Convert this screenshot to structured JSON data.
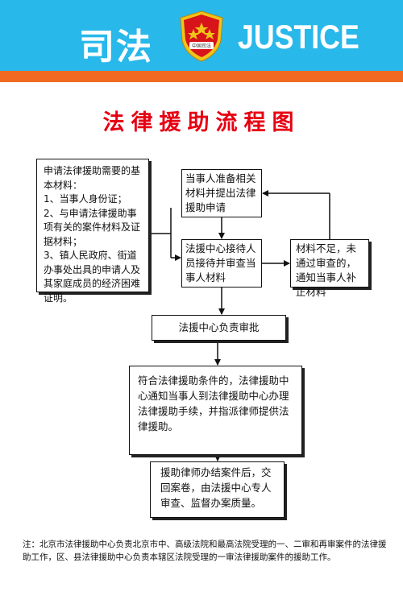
{
  "header": {
    "brand_cn": "司法",
    "brand_en": "JUSTICE",
    "emblem_text": "中国司法",
    "colors": {
      "header_bg": "#29b8ea",
      "stripe": "#f26a21",
      "emblem_red": "#d7141a",
      "emblem_gold": "#f0c419"
    }
  },
  "title": "法律援助流程图",
  "boxes": {
    "materials": "申请法律援助需要的基本材料：\n1、当事人身份证；\n2、与申请法律援助事项有关的案件材料及证据材料；\n3、镇人民政府、街道办事处出具的申请人及其家庭成员的经济困难证明。",
    "prepare": "当事人准备相关材料并提出法律援助申请",
    "receive": "法援中心接待人员接待并审查当事人材料",
    "insufficient": "材料不足，未通过审查的，通知当事人补正材料",
    "approve": "法援中心负责审批",
    "notify": "符合法律援助条件的，法律援助中心通知当事人到法律援助中心办理法律援助手续，并指派律师提供法律援助。",
    "handle": "援助律师办结案件后，交回案卷，由法援中心专人审查、监督办案质量。"
  },
  "note": "注：北京市法律援助中心负责北京市中、高级法院和最高法院受理的一、二审和再审案件的法律援助工作，区、县法律援助中心负责本辖区法院受理的一审法律援助案件的援助工作。"
}
